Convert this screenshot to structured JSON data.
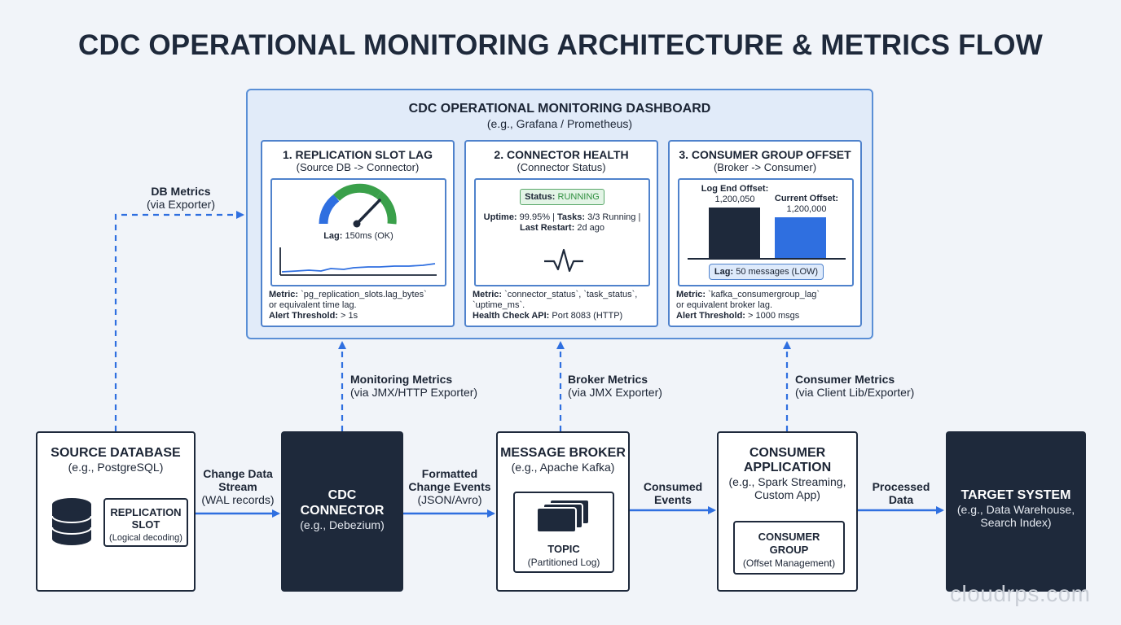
{
  "title": "CDC OPERATIONAL MONITORING ARCHITECTURE & METRICS FLOW",
  "dashboard": {
    "title": "CDC OPERATIONAL MONITORING DASHBOARD",
    "subtitle": "(e.g., Grafana / Prometheus)",
    "panels": [
      {
        "title": "1. REPLICATION SLOT LAG",
        "subtitle": "(Source DB -> Connector)",
        "gauge_label": "Lag:",
        "gauge_value": "150ms (OK)",
        "metric_label": "Metric:",
        "metric_text": "`pg_replication_slots.lag_bytes`",
        "metric_text_2": "or equivalent time lag.",
        "threshold_label": "Alert Threshold:",
        "threshold_value": "> 1s"
      },
      {
        "title": "2. CONNECTOR HEALTH",
        "subtitle": "(Connector Status)",
        "status_label": "Status:",
        "status_value": "RUNNING",
        "uptime_label": "Uptime:",
        "uptime_value": "99.95% |",
        "tasks_label": "Tasks:",
        "tasks_value": "3/3 Running |",
        "restart_label": "Last Restart:",
        "restart_value": "2d ago",
        "metric_label": "Metric:",
        "metric_text": "`connector_status`, `task_status`,",
        "metric_text_2": "`uptime_ms`.",
        "api_label": "Health Check API:",
        "api_value": "Port 8083 (HTTP)"
      },
      {
        "title": "3. CONSUMER GROUP OFFSET",
        "subtitle": "(Broker -> Consumer)",
        "log_end_label": "Log End Offset:",
        "log_end_value": "1,200,050",
        "current_label": "Current Offset:",
        "current_value": "1,200,000",
        "lag_label": "Lag:",
        "lag_value": "50 messages (LOW)",
        "metric_label": "Metric:",
        "metric_text": "`kafka_consumergroup_lag`",
        "metric_text_2": "or equivalent broker lag.",
        "threshold_label": "Alert Threshold:",
        "threshold_value": "> 1000 msgs"
      }
    ]
  },
  "flows": {
    "db_metrics": "DB Metrics",
    "db_metrics_via": "(via Exporter)",
    "monitoring_metrics": "Monitoring Metrics",
    "monitoring_metrics_via": "(via JMX/HTTP Exporter)",
    "broker_metrics": "Broker Metrics",
    "broker_metrics_via": "(via JMX Exporter)",
    "consumer_metrics": "Consumer Metrics",
    "consumer_metrics_via": "(via Client Lib/Exporter)",
    "change_data_1": "Change Data",
    "change_data_2": "Stream",
    "change_data_3": "(WAL records)",
    "formatted_1": "Formatted",
    "formatted_2": "Change Events",
    "formatted_3": "(JSON/Avro)",
    "consumed_1": "Consumed",
    "consumed_2": "Events",
    "processed_1": "Processed",
    "processed_2": "Data"
  },
  "components": {
    "source": {
      "title": "SOURCE DATABASE",
      "subtitle": "(e.g., PostgreSQL)",
      "sub_title_1": "REPLICATION",
      "sub_title_2": "SLOT",
      "sub_sub": "(Logical decoding)"
    },
    "connector": {
      "title_1": "CDC",
      "title_2": "CONNECTOR",
      "subtitle": "(e.g., Debezium)"
    },
    "broker": {
      "title": "MESSAGE BROKER",
      "subtitle": "(e.g., Apache Kafka)",
      "sub_title": "TOPIC",
      "sub_sub": "(Partitioned Log)"
    },
    "consumer": {
      "title_1": "CONSUMER",
      "title_2": "APPLICATION",
      "subtitle_1": "(e.g., Spark Streaming,",
      "subtitle_2": "Custom App)",
      "sub_title_1": "CONSUMER",
      "sub_title_2": "GROUP",
      "sub_sub": "(Offset Management)"
    },
    "target": {
      "title": "TARGET SYSTEM",
      "subtitle_1": "(e.g., Data Warehouse,",
      "subtitle_2": "Search Index)"
    }
  },
  "watermark": "cloudrps.com",
  "colors": {
    "accent": "#2f6fe0",
    "dark": "#1e293b",
    "ok_green": "#3aa04a",
    "panel_bg": "#e1ebf9"
  }
}
